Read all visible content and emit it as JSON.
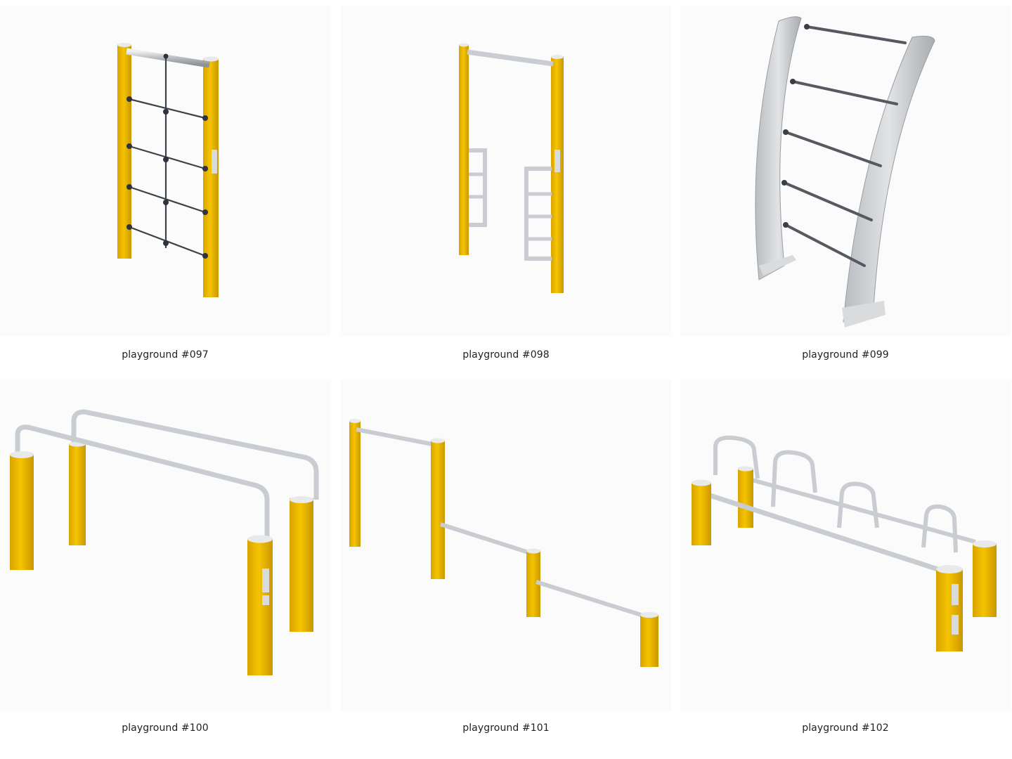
{
  "colors": {
    "post_yellow": "#f2bd00",
    "post_yellow_dark": "#c99700",
    "steel": "#c9ccd0",
    "steel_dark": "#8e9297",
    "rope": "#3d4148",
    "panel_gray": "#c7c9cc",
    "background": "#fbfbfb"
  },
  "items": [
    {
      "caption": "playground #097",
      "icon": "rope-ladder-icon"
    },
    {
      "caption": "playground #098",
      "icon": "pull-up-bar-icon"
    },
    {
      "caption": "playground #099",
      "icon": "wall-bars-icon"
    },
    {
      "caption": "playground #100",
      "icon": "parallel-bars-icon"
    },
    {
      "caption": "playground #101",
      "icon": "step-bars-icon"
    },
    {
      "caption": "playground #102",
      "icon": "hurdle-bars-icon"
    }
  ]
}
